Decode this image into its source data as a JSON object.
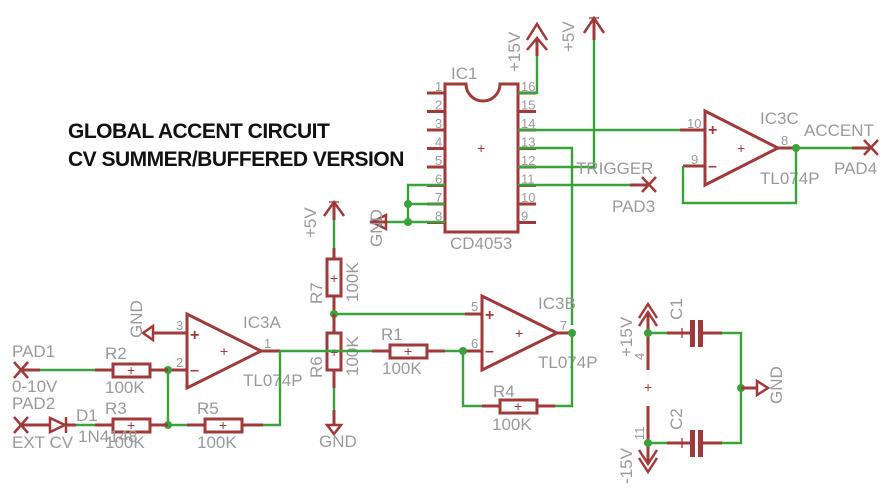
{
  "title": {
    "line1": "GLOBAL ACCENT CIRCUIT",
    "line2": "CV SUMMER/BUFFERED VERSION"
  },
  "ic1": {
    "name": "IC1",
    "value": "CD4053",
    "pins_left": [
      "1",
      "2",
      "3",
      "4",
      "5",
      "6",
      "7",
      "8"
    ],
    "pins_right": [
      "16",
      "15",
      "14",
      "13",
      "12",
      "11",
      "10",
      "9"
    ]
  },
  "ic3a": {
    "name": "IC3A",
    "value": "TL074P",
    "pin_plus": "3",
    "pin_minus": "2",
    "pin_out": "1"
  },
  "ic3b": {
    "name": "IC3B",
    "value": "TL074P",
    "pin_plus": "5",
    "pin_minus": "6",
    "pin_out": "7"
  },
  "ic3c": {
    "name": "IC3C",
    "value": "TL074P",
    "pin_plus": "10",
    "pin_minus": "9",
    "pin_out": "8"
  },
  "ic3_power": {
    "pin_vplus": "4",
    "pin_vminus": "11"
  },
  "resistors": {
    "r1": {
      "name": "R1",
      "value": "100K"
    },
    "r2": {
      "name": "R2",
      "value": "100K"
    },
    "r3": {
      "name": "R3",
      "value": "100K"
    },
    "r4": {
      "name": "R4",
      "value": "100K"
    },
    "r5": {
      "name": "R5",
      "value": "100K"
    },
    "r6": {
      "name": "R6",
      "value": "100K"
    },
    "r7": {
      "name": "R7",
      "value": "100K"
    }
  },
  "capacitors": {
    "c1": {
      "name": "C1"
    },
    "c2": {
      "name": "C2"
    }
  },
  "diode": {
    "name": "D1",
    "value": "1N4148"
  },
  "pads": {
    "pad1": {
      "name": "PAD1",
      "label": "0-10V"
    },
    "pad2": {
      "name": "PAD2",
      "label": "EXT CV"
    },
    "pad3": {
      "name": "PAD3",
      "label": "TRIGGER"
    },
    "pad4": {
      "name": "PAD4",
      "label": "ACCENT"
    }
  },
  "supplies": {
    "p15": "+15V",
    "n15": "-15V",
    "p5": "+5V",
    "gnd": "GND"
  },
  "colors": {
    "symbol": "#a0393a",
    "wire": "#3aa23a",
    "label": "#9a9a9a",
    "title": "#111111"
  }
}
